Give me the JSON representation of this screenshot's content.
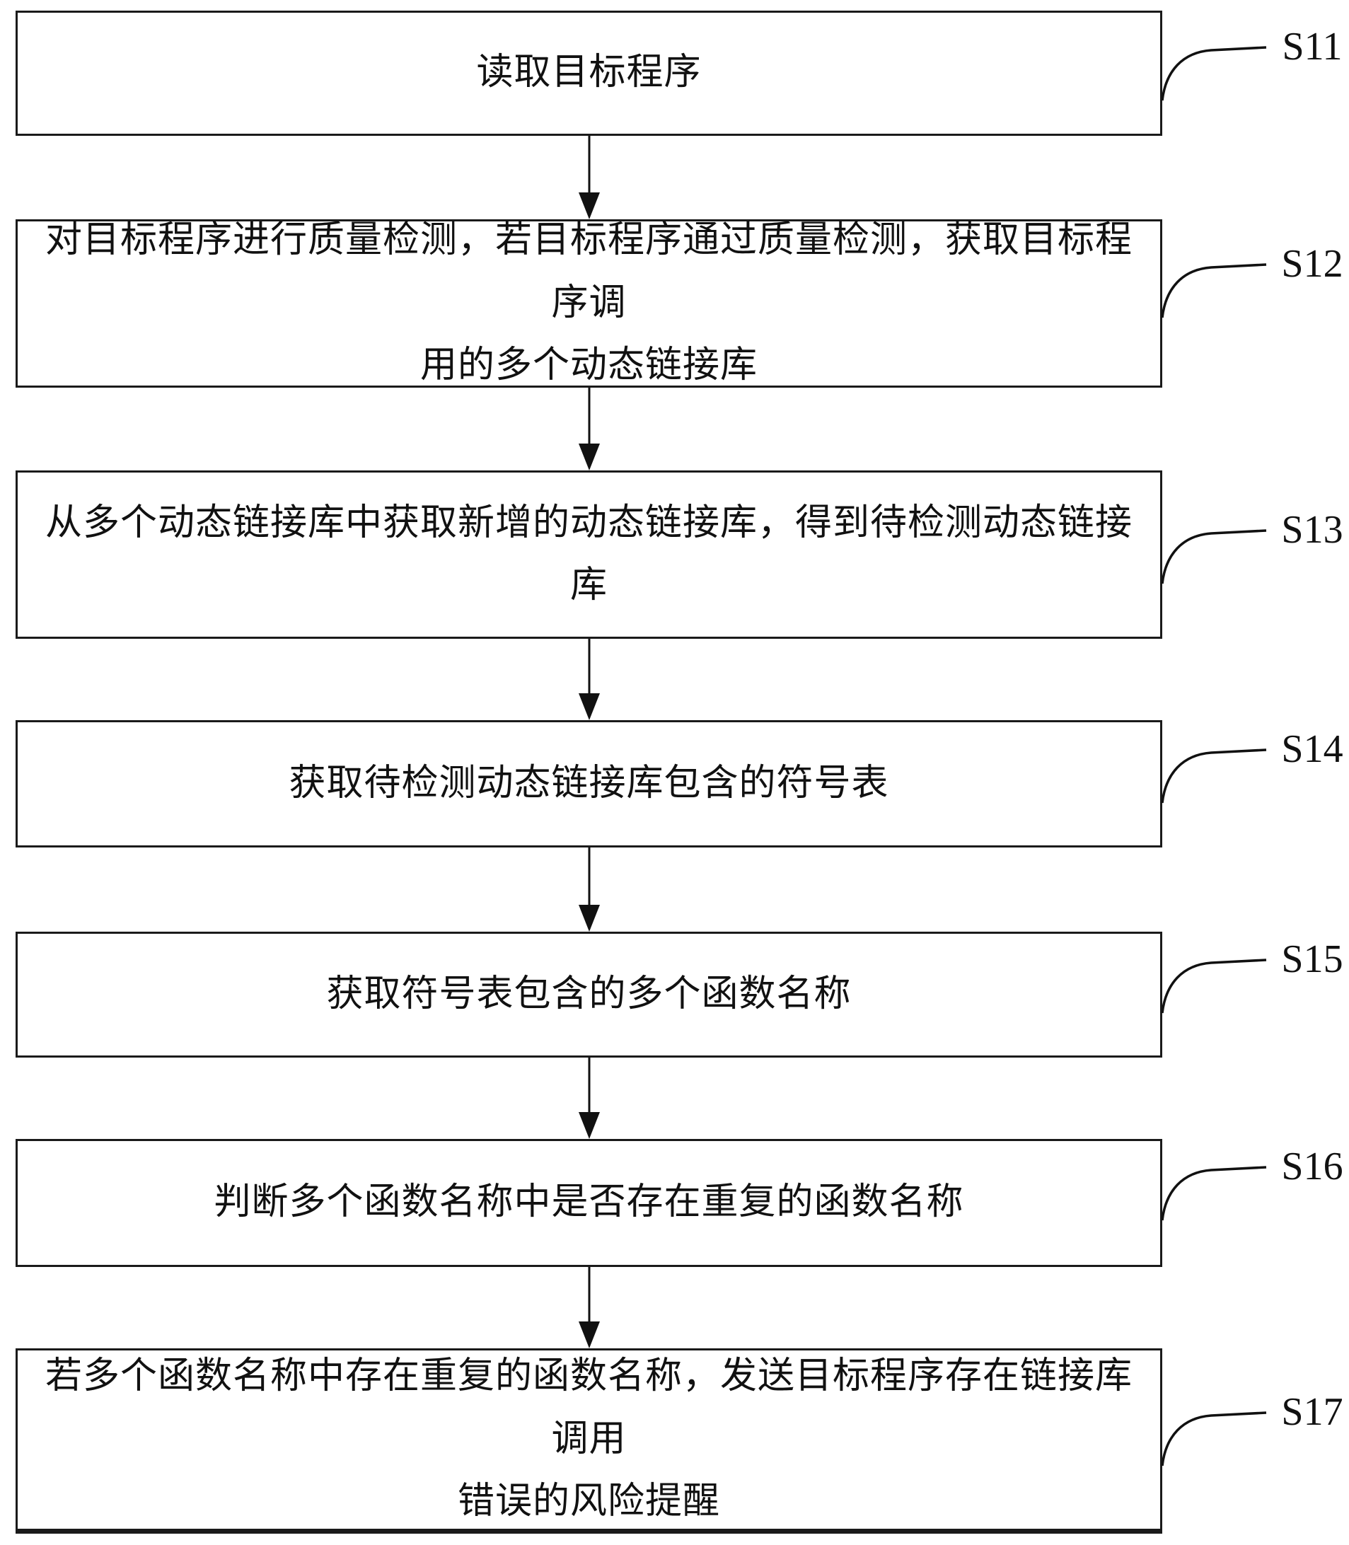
{
  "figure": {
    "type": "flowchart",
    "direction": "top-down",
    "box_border_color": "#1a1a1a",
    "background_color": "#ffffff",
    "steps": [
      {
        "label": "S11",
        "text": "读取目标程序"
      },
      {
        "label": "S12",
        "text": "对目标程序进行质量检测，若目标程序通过质量检测，获取目标程序调\n用的多个动态链接库"
      },
      {
        "label": "S13",
        "text": "从多个动态链接库中获取新增的动态链接库，得到待检测动态链接库"
      },
      {
        "label": "S14",
        "text": "获取待检测动态链接库包含的符号表"
      },
      {
        "label": "S15",
        "text": "获取符号表包含的多个函数名称"
      },
      {
        "label": "S16",
        "text": "判断多个函数名称中是否存在重复的函数名称"
      },
      {
        "label": "S17",
        "text": "若多个函数名称中存在重复的函数名称，发送目标程序存在链接库调用\n错误的风险提醒"
      }
    ]
  }
}
